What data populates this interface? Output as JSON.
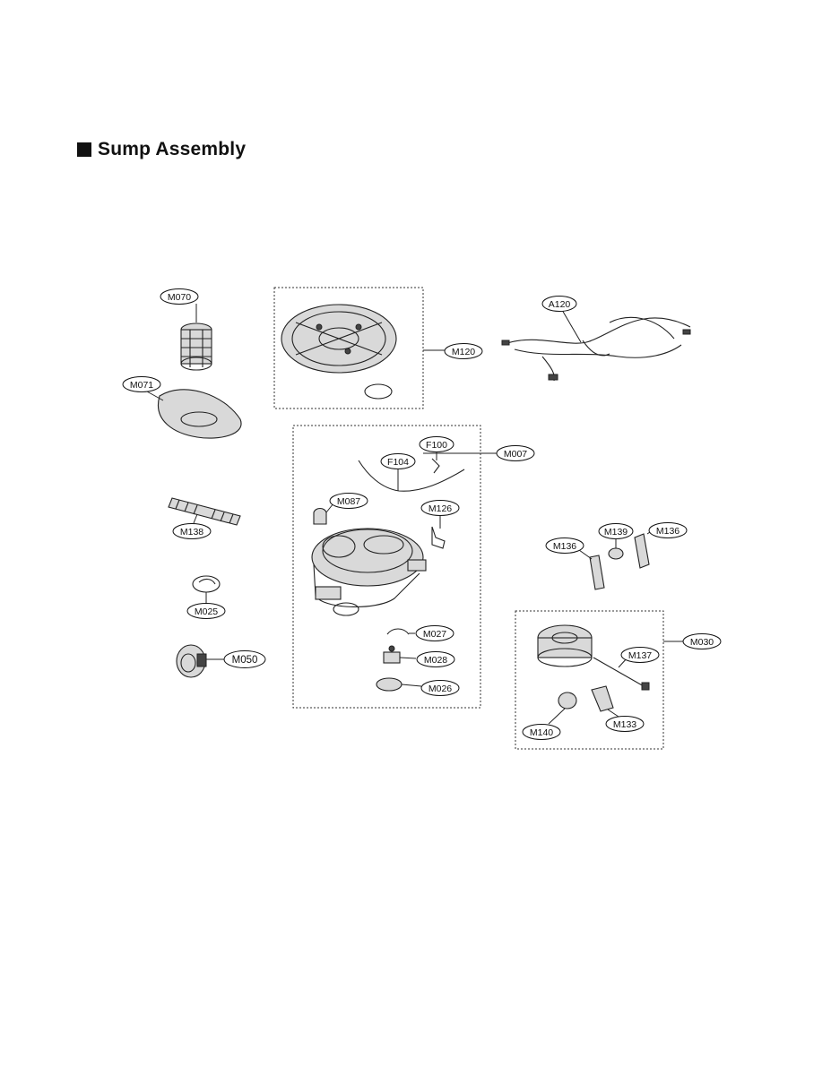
{
  "section": {
    "title": "Sump Assembly"
  },
  "labels": {
    "M070": "M070",
    "M071": "M071",
    "M120": "M120",
    "A120": "A120",
    "M007": "M007",
    "F100": "F100",
    "F104": "F104",
    "M087": "M087",
    "M126": "M126",
    "M138": "M138",
    "M025": "M025",
    "M050": "M050",
    "M027": "M027",
    "M028": "M028",
    "M026": "M026",
    "M139": "M139",
    "M136a": "M136",
    "M136b": "M136",
    "M030": "M030",
    "M137": "M137",
    "M140": "M140",
    "M133": "M133"
  }
}
